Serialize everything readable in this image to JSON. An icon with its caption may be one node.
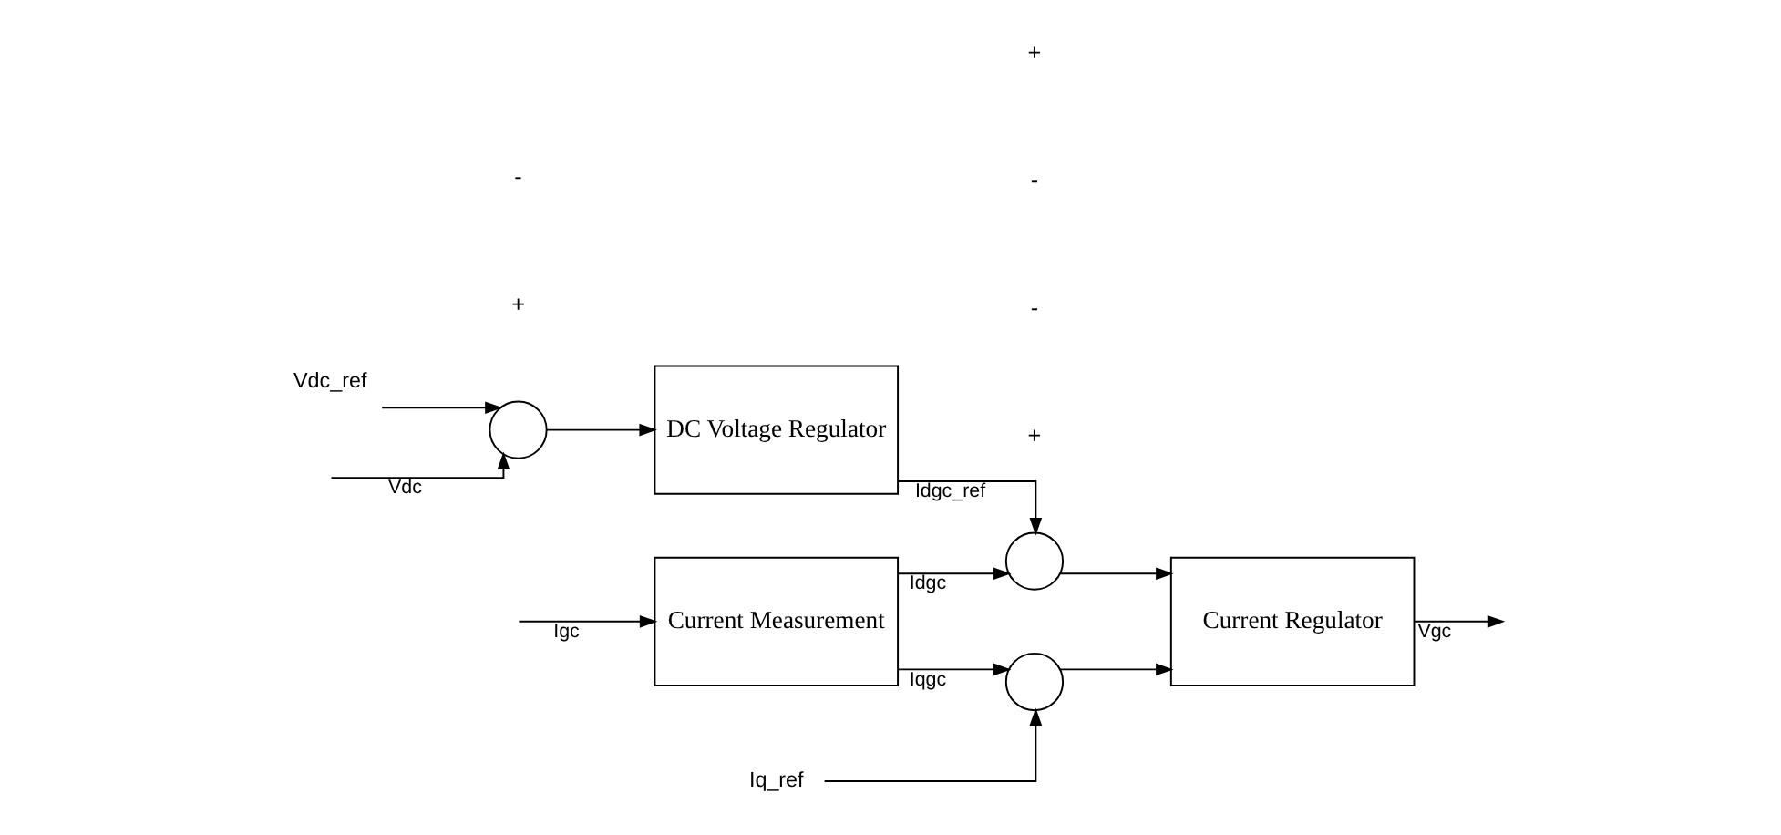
{
  "diagram": {
    "nodes": [
      {
        "text": [
          "Vdc_ref"
        ]
      },
      {
        "text": [],
        "shape": "circle"
      },
      {
        "text": [
          "DC Voltage Regulator"
        ]
      },
      {
        "text": [],
        "shape": "circle"
      },
      {
        "text": [
          "Current Regulator"
        ]
      },
      {
        "text": [
          "Current Measurement"
        ]
      },
      {
        "text": [],
        "shape": "circle"
      },
      {
        "text": [
          "Iq_ref"
        ]
      }
    ],
    "edges": [
      {
        "from": 0,
        "to": 1,
        "arrow": "to"
      },
      {
        "from": null,
        "to": 1,
        "arrow": "to",
        "label": "Vdc"
      },
      {
        "from": 1,
        "to": 2,
        "arrow": "to"
      },
      {
        "from": 2,
        "to": 3,
        "arrow": "to",
        "label": "Idgc_ref"
      },
      {
        "from": 5,
        "to": 3,
        "arrow": "to",
        "label": "Idgc"
      },
      {
        "from": null,
        "to": 5,
        "arrow": "to",
        "label": "Igc"
      },
      {
        "from": 5,
        "to": 6,
        "arrow": "to",
        "label": "Iqgc"
      },
      {
        "from": 7,
        "to": 6,
        "arrow": "to"
      },
      {
        "from": 3,
        "to": 4,
        "arrow": "to"
      },
      {
        "from": 6,
        "to": 4,
        "arrow": "to"
      },
      {
        "from": 4,
        "to": null,
        "arrow": "to",
        "label": "Vgc"
      }
    ],
    "labels": [
      "+",
      "-",
      "+",
      "-",
      "-",
      "+"
    ]
  }
}
